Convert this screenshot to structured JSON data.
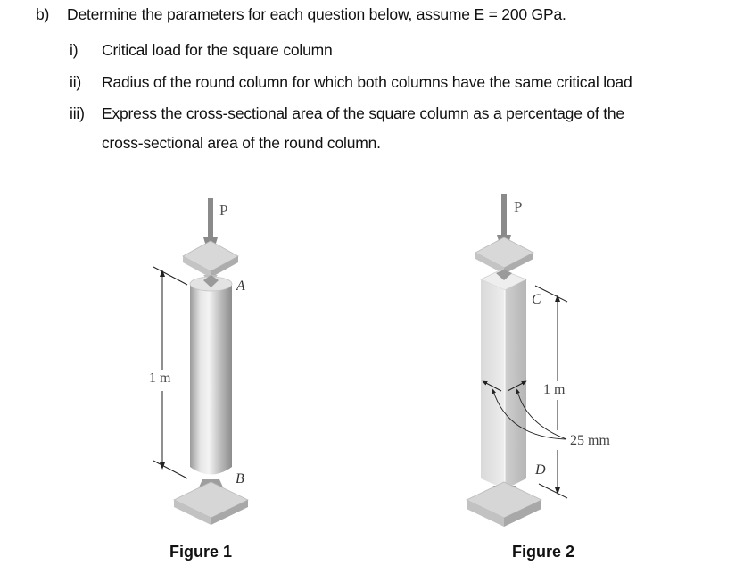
{
  "question": {
    "part_label": "b)",
    "stem": "Determine the parameters for each question below, assume E = 200 GPa.",
    "items": [
      {
        "label": "i)",
        "text": "Critical load for the square column"
      },
      {
        "label": "ii)",
        "text": "Radius of the round column for which both columns have the same critical load"
      },
      {
        "label": "iii)",
        "text": "Express the cross-sectional area of the square column as a percentage of the",
        "continuation": "cross-sectional area of the round column."
      }
    ]
  },
  "figures": [
    {
      "caption": "Figure 1",
      "load_label": "P",
      "top_label": "A",
      "bottom_label": "B",
      "length_label": "1 m",
      "shape": "round column"
    },
    {
      "caption": "Figure 2",
      "load_label": "P",
      "top_label": "C",
      "bottom_label": "D",
      "length_label": "1 m",
      "side_label": "25 mm",
      "shape": "square column"
    }
  ]
}
